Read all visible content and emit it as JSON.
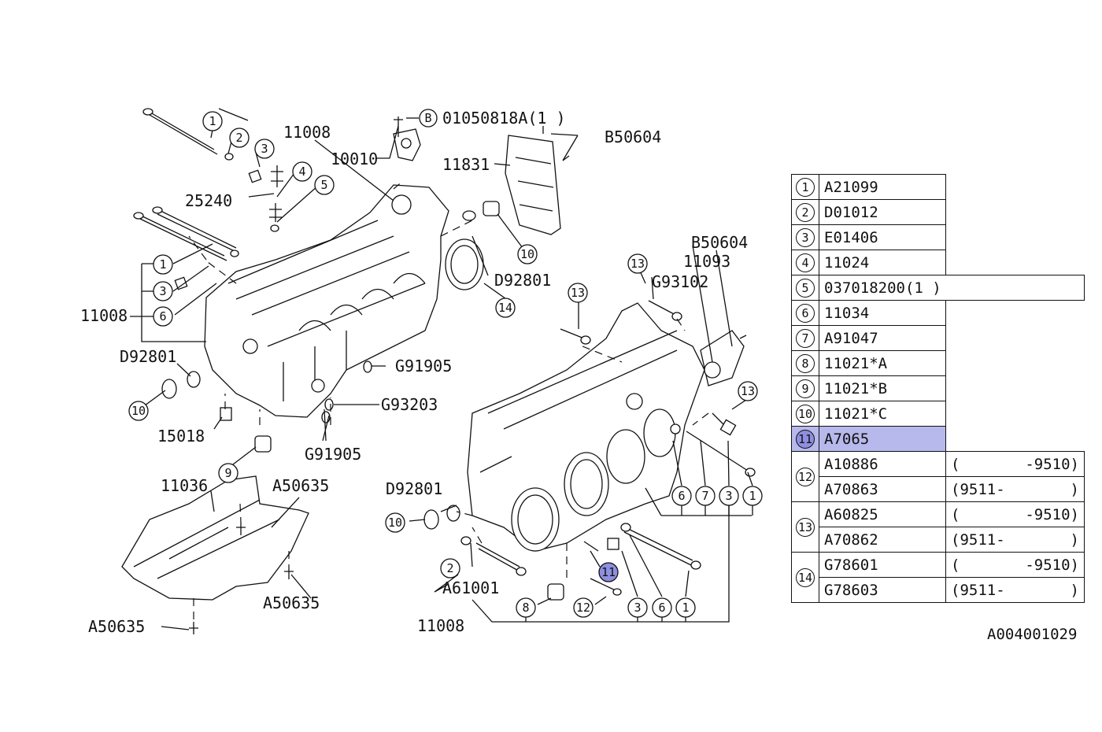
{
  "diagram": {
    "code": "A004001029",
    "labels": {
      "b_ref": "B",
      "b_ref_text": "01050818A(1  )",
      "b50604_top": "B50604",
      "b50604_right": "B50604",
      "c11008_top": "11008",
      "c11008_left": "11008",
      "c11008_bottom": "11008",
      "c10010": "10010",
      "c11831": "11831",
      "c25240": "25240",
      "d92801_mid": "D92801",
      "d92801_left": "D92801",
      "d92801_low": "D92801",
      "g91905_a": "G91905",
      "g91905_b": "G91905",
      "g93203": "G93203",
      "c15018": "15018",
      "c11093": "11093",
      "g93102": "G93102",
      "c11036": "11036",
      "a50635_a": "A50635",
      "a50635_b": "A50635",
      "a50635_c": "A50635",
      "a61001": "A61001"
    }
  },
  "table": {
    "rows": [
      {
        "index": "1",
        "part": "A21099"
      },
      {
        "index": "2",
        "part": "D01012"
      },
      {
        "index": "3",
        "part": "E01406"
      },
      {
        "index": "4",
        "part": "11024"
      },
      {
        "index": "5",
        "part": "037018200(1  )"
      },
      {
        "index": "6",
        "part": "11034"
      },
      {
        "index": "7",
        "part": "A91047"
      },
      {
        "index": "8",
        "part": "11021*A"
      },
      {
        "index": "9",
        "part": "11021*B"
      },
      {
        "index": "10",
        "part": "11021*C"
      },
      {
        "index": "11",
        "part": "A7065"
      }
    ],
    "groups": [
      {
        "index": "12",
        "items": [
          {
            "part": "A10886",
            "open": "(",
            "range": "-9510)"
          },
          {
            "part": "A70863",
            "open": "(9511-",
            "range": ")"
          }
        ]
      },
      {
        "index": "13",
        "items": [
          {
            "part": "A60825",
            "open": "(",
            "range": "-9510)"
          },
          {
            "part": "A70862",
            "open": "(9511-",
            "range": ")"
          }
        ]
      },
      {
        "index": "14",
        "items": [
          {
            "part": "G78601",
            "open": "(",
            "range": "-9510)"
          },
          {
            "part": "G78603",
            "open": "(9511-",
            "range": ")"
          }
        ]
      }
    ]
  },
  "colors": {
    "highlight_row": "#b7b8eb",
    "highlight_circle": "#8e8fe0",
    "line": "#111111"
  },
  "selected_index": "11"
}
